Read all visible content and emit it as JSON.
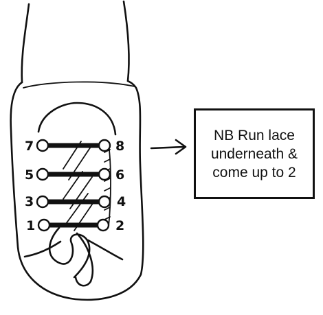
{
  "eyelet_labels": {
    "left": [
      "7",
      "5",
      "3",
      "1"
    ],
    "right": [
      "8",
      "6",
      "4",
      "2"
    ]
  },
  "note": {
    "lines": [
      "NB Run lace",
      "underneath &",
      "come up to 2"
    ]
  },
  "icons": {
    "pointer": "arrow-right-icon"
  }
}
